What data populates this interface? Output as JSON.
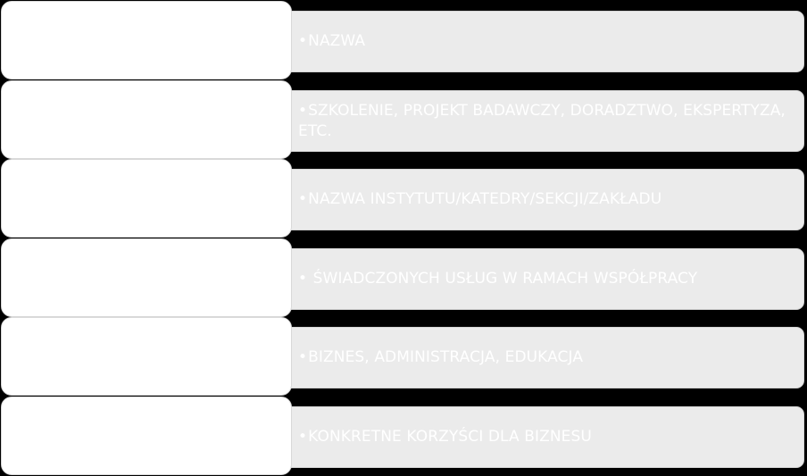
{
  "rows": [
    {
      "text": "NAZWA"
    },
    {
      "text": "SZKOLENIE, PROJEKT BADAWCZY, DORADZTWO, EKSPERTYZA, ETC."
    },
    {
      "text": "NAZWA INSTYTUTU/KATEDRY/SEKCJI/ZAKŁADU"
    },
    {
      "text": " ŚWIADCZONYCH USŁUG W RAMACH WSPÓŁPRACY"
    },
    {
      "text": "BIZNES, ADMINISTRACJA, EDUKACJA"
    },
    {
      "text": "KONKRETNE KORZYŚCI DLA BIZNESU"
    }
  ],
  "bullet_char": "•",
  "colors": {
    "background": "#000000",
    "label_box": "#ffffff",
    "detail_box": "#ebebeb",
    "detail_text": "#ffffff"
  }
}
